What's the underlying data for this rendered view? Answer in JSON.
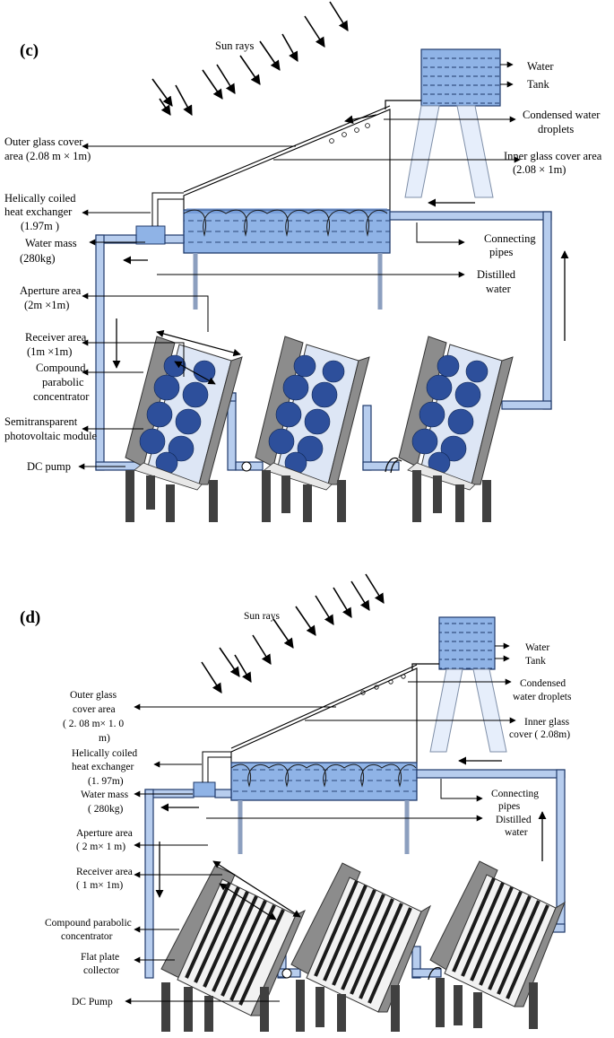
{
  "panel_c": {
    "tag": "(c)",
    "sun_rays": "Sun rays",
    "water_tank": [
      "Water",
      "Tank"
    ],
    "condensed": [
      "Condensed water",
      "droplets"
    ],
    "outer_glass": [
      "Outer glass cover",
      "area (2.08 m × 1m)"
    ],
    "inner_glass": [
      "Inner glass cover area",
      "(2.08 × 1m)"
    ],
    "helical": [
      "Helically coiled",
      "heat exchanger",
      "(1.97m )"
    ],
    "water_mass": [
      "Water mass",
      "(280kg)"
    ],
    "connecting": [
      "Connecting",
      "pipes"
    ],
    "distilled": [
      "Distilled",
      "water"
    ],
    "aperture": [
      "Aperture area",
      "(2m ×1m)"
    ],
    "receiver": [
      "Receiver area",
      "(1m ×1m)"
    ],
    "cpc": [
      "Compound",
      "parabolic",
      "concentrator"
    ],
    "pv": [
      "Semitransparent",
      "photovoltaic module"
    ],
    "pump": "DC pump"
  },
  "panel_d": {
    "tag": "(d)",
    "sun_rays": "Sun rays",
    "water_tank": [
      "Water",
      "Tank"
    ],
    "condensed": [
      "Condensed",
      "water droplets"
    ],
    "outer_glass": [
      "Outer glass",
      "cover area",
      "( 2. 08  m× 1. 0",
      "m)"
    ],
    "inner_glass": [
      "Inner glass",
      "cover ( 2.08m)"
    ],
    "helical": [
      "Helically coiled",
      "heat exchanger",
      "(1. 97m)"
    ],
    "water_mass": [
      "Water mass",
      "( 280kg)"
    ],
    "connecting": [
      "Connecting",
      "pipes"
    ],
    "distilled": [
      "Distilled",
      "water"
    ],
    "aperture": [
      "Aperture area",
      "( 2 m× 1 m)"
    ],
    "receiver": [
      "Receiver area",
      "( 1 m× 1m)"
    ],
    "cpc": [
      "Compound parabolic",
      "concentrator"
    ],
    "fpc": [
      "Flat plate",
      "collector"
    ],
    "pump": "DC Pump"
  },
  "colors": {
    "water": "#8fb3e6",
    "water_dark": "#5b86c9",
    "pipe": "#b7cdee",
    "pv_cell": "#2d4f9b",
    "concentrator": "#8c8c8c",
    "leg": "#404040",
    "flat_plate": "#1a1a1a"
  }
}
